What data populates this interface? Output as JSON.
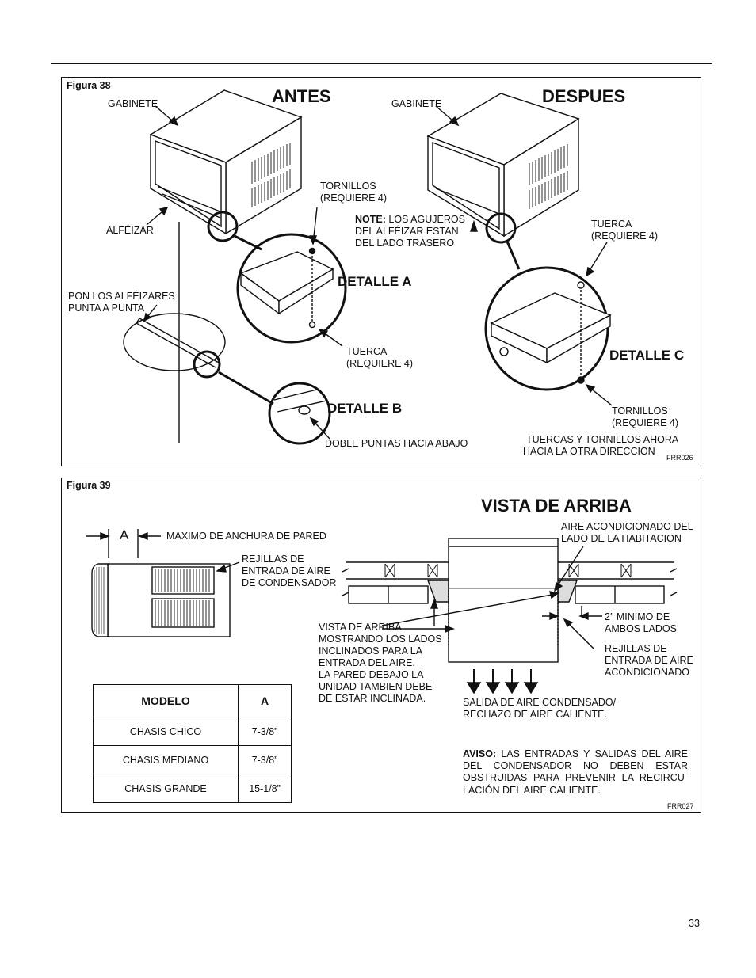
{
  "fig38": {
    "label": "Figura 38",
    "antes": "ANTES",
    "despues": "DESPUES",
    "gabinete_left": "GABINETE",
    "gabinete_right": "GABINETE",
    "alfeizar": "ALFÉIZAR",
    "tornillos_a": [
      "TORNILLOS",
      "(REQUIERE 4)"
    ],
    "note_bold": "NOTE:",
    "note_lines": [
      " LOS AGUJEROS",
      "DEL ALFÉIZAR ESTAN",
      "DEL LADO TRASERO"
    ],
    "tuerca_c": [
      "TUERCA",
      "(REQUIERE 4)"
    ],
    "pon": [
      "PON LOS ALFÉIZARES",
      "PUNTA A PUNTA"
    ],
    "detalle_a": "DETALLE A",
    "detalle_b": "DETALLE B",
    "detalle_c": "DETALLE C",
    "tuerca_a": [
      "TUERCA",
      "(REQUIERE 4)"
    ],
    "tornillos_c": [
      "TORNILLOS",
      "(REQUIERE 4)"
    ],
    "doble": "DOBLE PUNTAS HACIA ABAJO",
    "tuercas_tornillos": [
      "TUERCAS Y TORNILLOS AHORA",
      "HACIA LA OTRA DIRECCION"
    ],
    "code": "FRR026"
  },
  "fig39": {
    "label": "Figura 39",
    "title": "VISTA DE ARRIBA",
    "a_marker": "A",
    "maximo": "MAXIMO DE ANCHURA DE PARED",
    "rejillas_cond": [
      "REJILLAS DE",
      "ENTRADA DE AIRE",
      "DE CONDENSADOR"
    ],
    "aire_acond": [
      "AIRE ACONDICIONADO DEL",
      "LADO DE LA HABITACION"
    ],
    "vista_text": [
      "VISTA DE ARRIBA",
      "MOSTRANDO LOS LADOS",
      "INCLINADOS PARA LA",
      "ENTRADA DEL AIRE.",
      "LA PARED DEBAJO LA",
      "UNIDAD TAMBIEN DEBE",
      "DE ESTAR INCLINADA."
    ],
    "minimo": [
      "2″ MINIMO DE",
      "AMBOS LADOS"
    ],
    "rejillas_acond": [
      "REJILLAS DE",
      "ENTRADA DE AIRE",
      "ACONDICIONADO"
    ],
    "salida": [
      "SALIDA DE AIRE CONDENSADO/",
      "RECHAZO DE AIRE CALIENTE."
    ],
    "aviso_bold": "AVISO:",
    "aviso_text": " LAS ENTRADAS Y SALIDAS DEL AIRE DEL CONDENSADOR NO DEBEN ESTAR OBSTRUIDAS PARA PREVENIR LA RECIRCU-LACIÓN DEL AIRE CALIENTE.",
    "code": "FRR027",
    "table": {
      "headers": [
        "MODELO",
        "A"
      ],
      "rows": [
        [
          "CHASIS CHICO",
          "7-3/8”"
        ],
        [
          "CHASIS MEDIANO",
          "7-3/8”"
        ],
        [
          "CHASIS GRANDE",
          "15-1/8”"
        ]
      ]
    }
  },
  "page_number": "33"
}
